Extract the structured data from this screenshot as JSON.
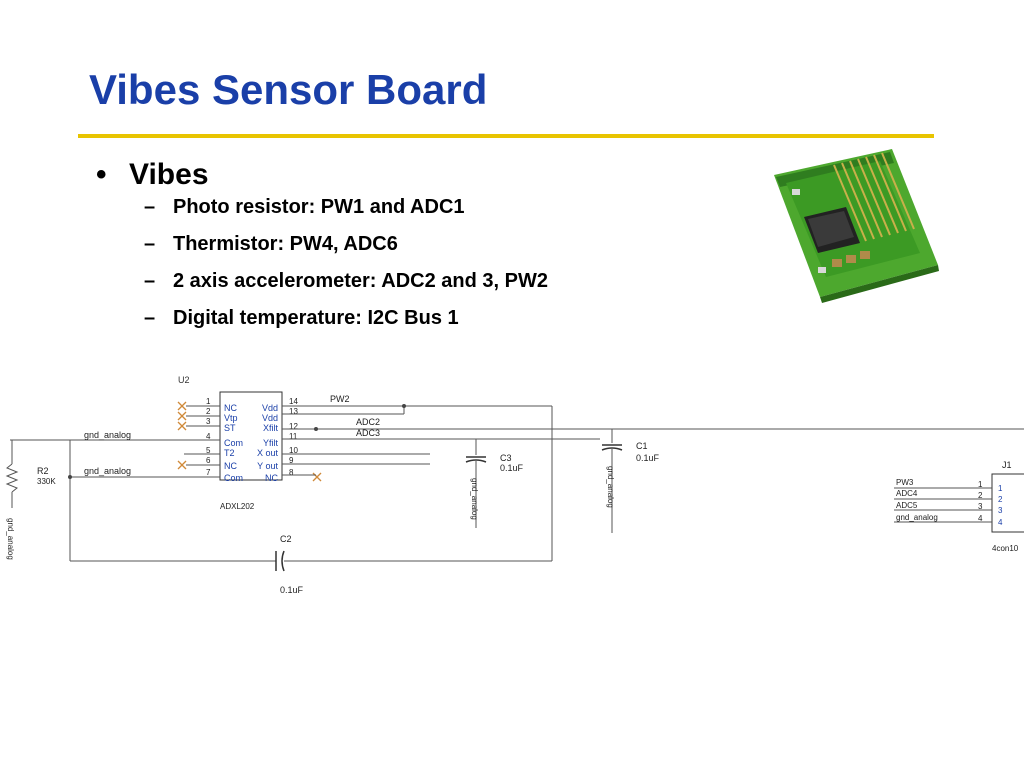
{
  "slide": {
    "title": "Vibes Sensor Board",
    "bullet": "Vibes",
    "bullet_marker": "•",
    "sub_marker": "–",
    "items": [
      "Photo resistor: PW1 and ADC1",
      "Thermistor: PW4, ADC6",
      "2 axis accelerometer: ADC2 and 3, PW2",
      "Digital temperature: I2C Bus 1"
    ]
  },
  "schematic": {
    "u2_ref": "U2",
    "u2_part": "ADXL202",
    "left_pins": [
      {
        "num": "1",
        "name": "NC"
      },
      {
        "num": "2",
        "name": "Vtp"
      },
      {
        "num": "3",
        "name": "ST"
      },
      {
        "num": "4",
        "name": "Com"
      },
      {
        "num": "5",
        "name": "T2"
      },
      {
        "num": "6",
        "name": "NC"
      },
      {
        "num": "7",
        "name": "Com"
      }
    ],
    "right_pins": [
      {
        "num": "14",
        "name": "Vdd"
      },
      {
        "num": "13",
        "name": "Vdd"
      },
      {
        "num": "12",
        "name": "Xfilt"
      },
      {
        "num": "11",
        "name": "Yfilt"
      },
      {
        "num": "10",
        "name": "X out"
      },
      {
        "num": "9",
        "name": "Y out"
      },
      {
        "num": "8",
        "name": "NC"
      }
    ],
    "net_pw2": "PW2",
    "net_adc2": "ADC2",
    "net_adc3": "ADC3",
    "gnd_label": "gnd_analog",
    "r2_ref": "R2",
    "r2_value": "330K",
    "c1_ref": "C1",
    "c1_value": "0.1uF",
    "c2_ref": "C2",
    "c2_value": "0.1uF",
    "c3_ref": "C3",
    "c3_value": "0.1uF",
    "j1_ref": "J1",
    "j1_part": "4con10",
    "j1_nets": [
      "PW3",
      "ADC4",
      "ADC5",
      "gnd_analog"
    ],
    "j1_pins": [
      "1",
      "2",
      "3",
      "4"
    ]
  },
  "colors": {
    "title": "#1a3fa8",
    "rule": "#e8c400",
    "pin_name": "#1a3fa8",
    "nc_mark": "#d08a3a"
  }
}
